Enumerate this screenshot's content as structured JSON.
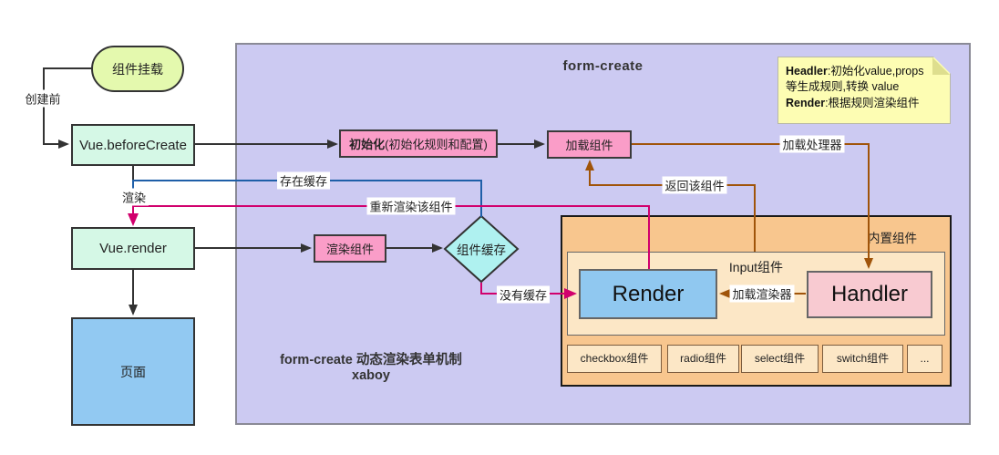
{
  "colors": {
    "panel_bg": "#cccaf2",
    "builtin_bg": "#f8c68e",
    "inner_box_bg": "#fce7c6",
    "pink_box": "#fa9dc8",
    "mint_box": "#d5f8e6",
    "green_pill": "#e4f9ae",
    "page_blue": "#92c9f2",
    "render_blue": "#90c8f0",
    "handler_pink": "#f8cad1",
    "diamond_cyan": "#aff1f0",
    "note_yellow": "#fdfdb3",
    "line_black": "#333333",
    "line_blue": "#1f5fa8",
    "line_magenta": "#d1006d",
    "line_brown": "#a0540a"
  },
  "lifecycle": {
    "mount": "组件挂载",
    "before_create": "Vue.beforeCreate",
    "render": "Vue.render",
    "page": "页面"
  },
  "panel": {
    "title": "form-create",
    "caption_line1": "form-create 动态渲染表单机制",
    "caption_line2": "xaboy"
  },
  "flow": {
    "init_bold": "初始化",
    "init_note": "(初始化规则和配置)",
    "load_component": "加载组件",
    "render_component": "渲染组件",
    "cache_decision": "组件缓存"
  },
  "note": {
    "line1_bold": "Headler",
    "line1_rest": ":初始化value,props",
    "line2": "等生成规则,转换 value",
    "line3_bold": "Render",
    "line3_rest": ":根据规则渲染组件"
  },
  "builtin": {
    "title": "内置组件",
    "input_group": "Input组件",
    "render": "Render",
    "handler": "Handler",
    "components": [
      "checkbox组件",
      "radio组件",
      "select组件",
      "switch组件",
      "..."
    ]
  },
  "edges": {
    "before_create": "创建前",
    "render": "渲染",
    "cache_exists": "存在缓存",
    "rerender": "重新渲染该组件",
    "no_cache": "没有缓存",
    "return_component": "返回该组件",
    "load_handler": "加载处理器",
    "load_renderer": "加载渲染器"
  }
}
